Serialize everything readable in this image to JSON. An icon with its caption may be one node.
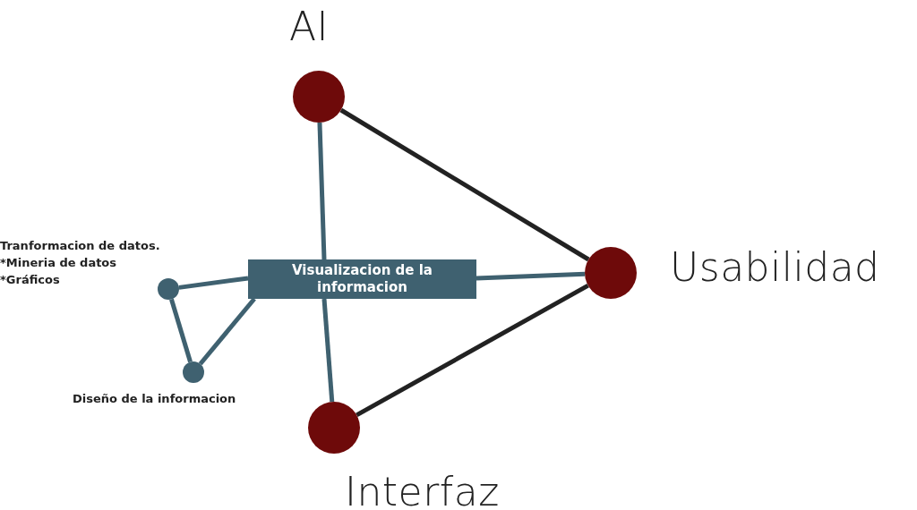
{
  "diagram": {
    "nodes": [
      {
        "text": [
          "AI"
        ]
      },
      {
        "text": [
          "Usabilidad"
        ]
      },
      {
        "text": [
          "Interfaz"
        ]
      },
      {
        "text": [
          "Visualizacion de la informacion"
        ]
      },
      {
        "text": [
          "Tranformacion de datos.",
          "*Mineria de datos",
          "*Gráficos"
        ]
      },
      {
        "text": [
          "Diseño de la informacion"
        ]
      }
    ],
    "edges": [
      {
        "from": 0,
        "to": 1,
        "arrow": "none",
        "color": "#222222"
      },
      {
        "from": 1,
        "to": 2,
        "arrow": "none",
        "color": "#222222"
      },
      {
        "from": 0,
        "to": 3,
        "arrow": "none"
      },
      {
        "from": 3,
        "to": 2,
        "arrow": "none"
      },
      {
        "from": 3,
        "to": 1,
        "arrow": "none"
      },
      {
        "from": 4,
        "to": 3,
        "arrow": "none"
      },
      {
        "from": 4,
        "to": 5,
        "arrow": "none"
      },
      {
        "from": 5,
        "to": 3,
        "arrow": "none"
      }
    ]
  }
}
